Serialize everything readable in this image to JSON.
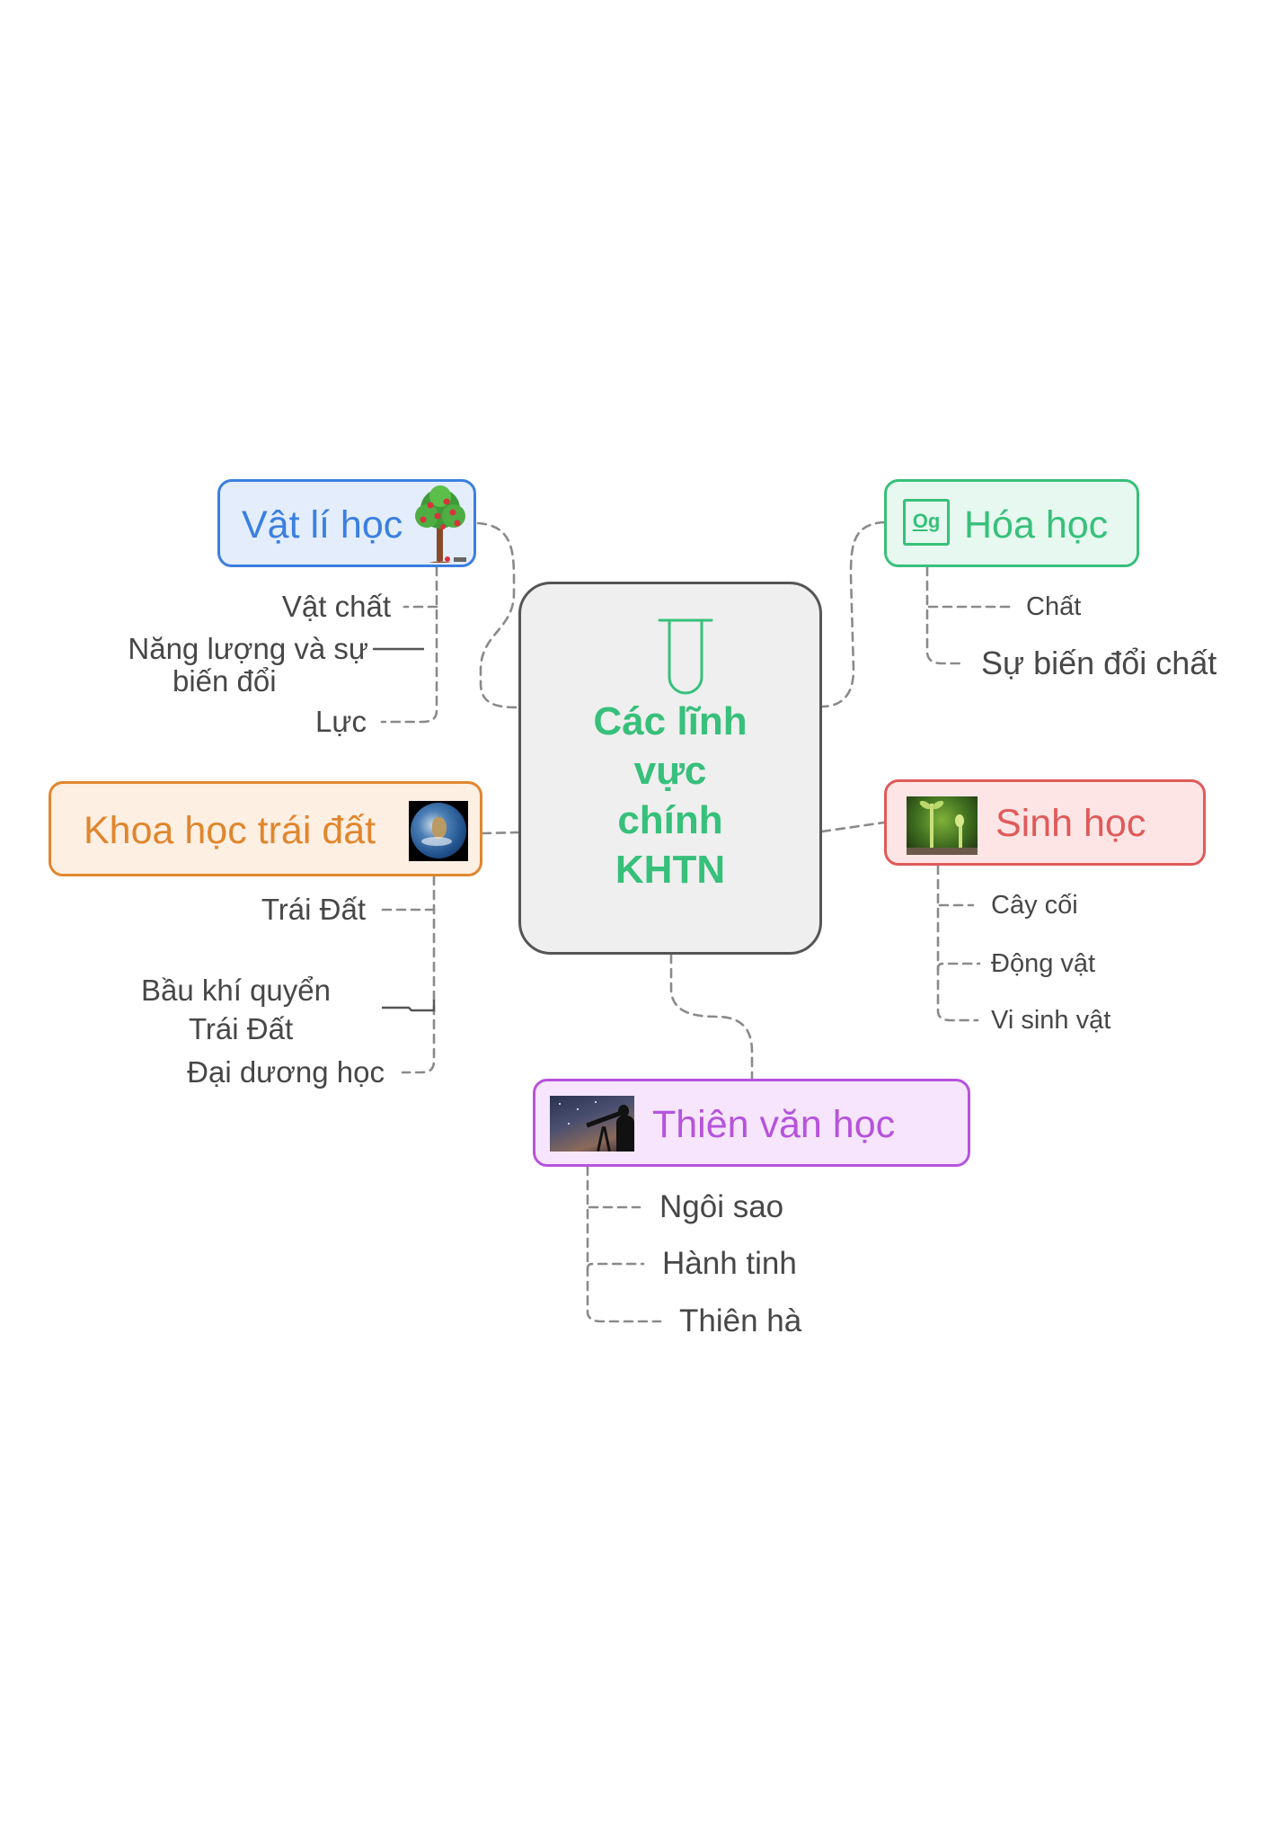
{
  "center": {
    "title_lines": [
      "Các lĩnh",
      "vực",
      "chính",
      "KHTN"
    ],
    "icon": "test-tube-icon",
    "color": "#37c07b"
  },
  "branches": {
    "physics": {
      "title": "Vật lí học",
      "icon": "apple-tree-icon",
      "color": "#3b7fe0",
      "bg": "#e3edfc",
      "children": [
        "Vật chất",
        "Năng lượng và sự",
        "biến đổi",
        "Lực"
      ]
    },
    "chemistry": {
      "title": "Hóa học",
      "icon": "oganesson-element-icon",
      "icon_text": "Og",
      "color": "#37c07b",
      "bg": "#e6f8ef",
      "children": [
        "Chất",
        "Sự biến đổi chất"
      ]
    },
    "earth": {
      "title": "Khoa học trái đất",
      "icon": "globe-icon",
      "color": "#e0862e",
      "bg": "#fdefe2",
      "children": [
        "Trái Đất",
        "Bầu khí quyển",
        "Trái Đất",
        "Đại dương học"
      ]
    },
    "biology": {
      "title": "Sinh học",
      "icon": "sprout-icon",
      "color": "#e05a5a",
      "bg": "#fde5e5",
      "children": [
        "Cây cối",
        "Động vật",
        "Vi sinh vật"
      ]
    },
    "astronomy": {
      "title": "Thiên văn học",
      "icon": "telescope-stargazer-icon",
      "color": "#b653dc",
      "bg": "#f6e5fc",
      "children": [
        "Ngôi sao",
        "Hành tinh",
        "Thiên hà"
      ]
    }
  }
}
